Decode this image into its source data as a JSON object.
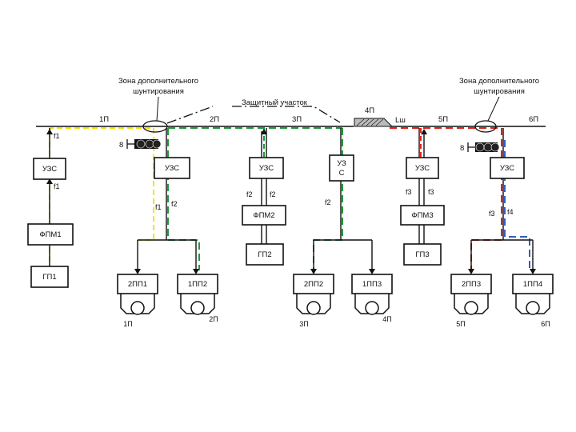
{
  "zones": {
    "left": [
      "Зона дополнительного",
      "шунтирования"
    ],
    "right": [
      "Зона дополнительного",
      "шунтирования"
    ]
  },
  "protected_section": "Защитный участок",
  "section_labels": [
    "1П",
    "2П",
    "3П",
    "4П",
    "5П",
    "6П"
  ],
  "lsh": "Lш",
  "signals": [
    "8",
    "8"
  ],
  "uzs_boxes": [
    "УЗС",
    "УЗС",
    "УЗС",
    [
      "УЗ",
      "С"
    ],
    "УЗС",
    "УЗС"
  ],
  "fpm_boxes": [
    "ФПМ1",
    "ФПМ2",
    "ФПМ3"
  ],
  "gp_boxes": [
    "ГП1",
    "ГП2",
    "ГП3"
  ],
  "receivers": [
    "2ПП1",
    "1ПП2",
    "2ПП2",
    "1ПП3",
    "2ПП3",
    "1ПП4"
  ],
  "receiver_tracks": [
    "1П",
    "2П",
    "3П",
    "4П",
    "5П",
    "6П"
  ],
  "freq_labels": {
    "f1_a": "f1",
    "f1_b": "f1",
    "f2_a": "f2",
    "f2_b": "f2",
    "f2_c": "f2",
    "f2_d": "f2",
    "f3_a": "f3",
    "f3_b": "f3",
    "f3_c": "f3",
    "f4": "f4"
  },
  "colors": {
    "f1": "#f2e500",
    "f2": "#1f9a3c",
    "f3": "#e0211b",
    "f4": "#2f5fbf",
    "line": "#111111"
  }
}
